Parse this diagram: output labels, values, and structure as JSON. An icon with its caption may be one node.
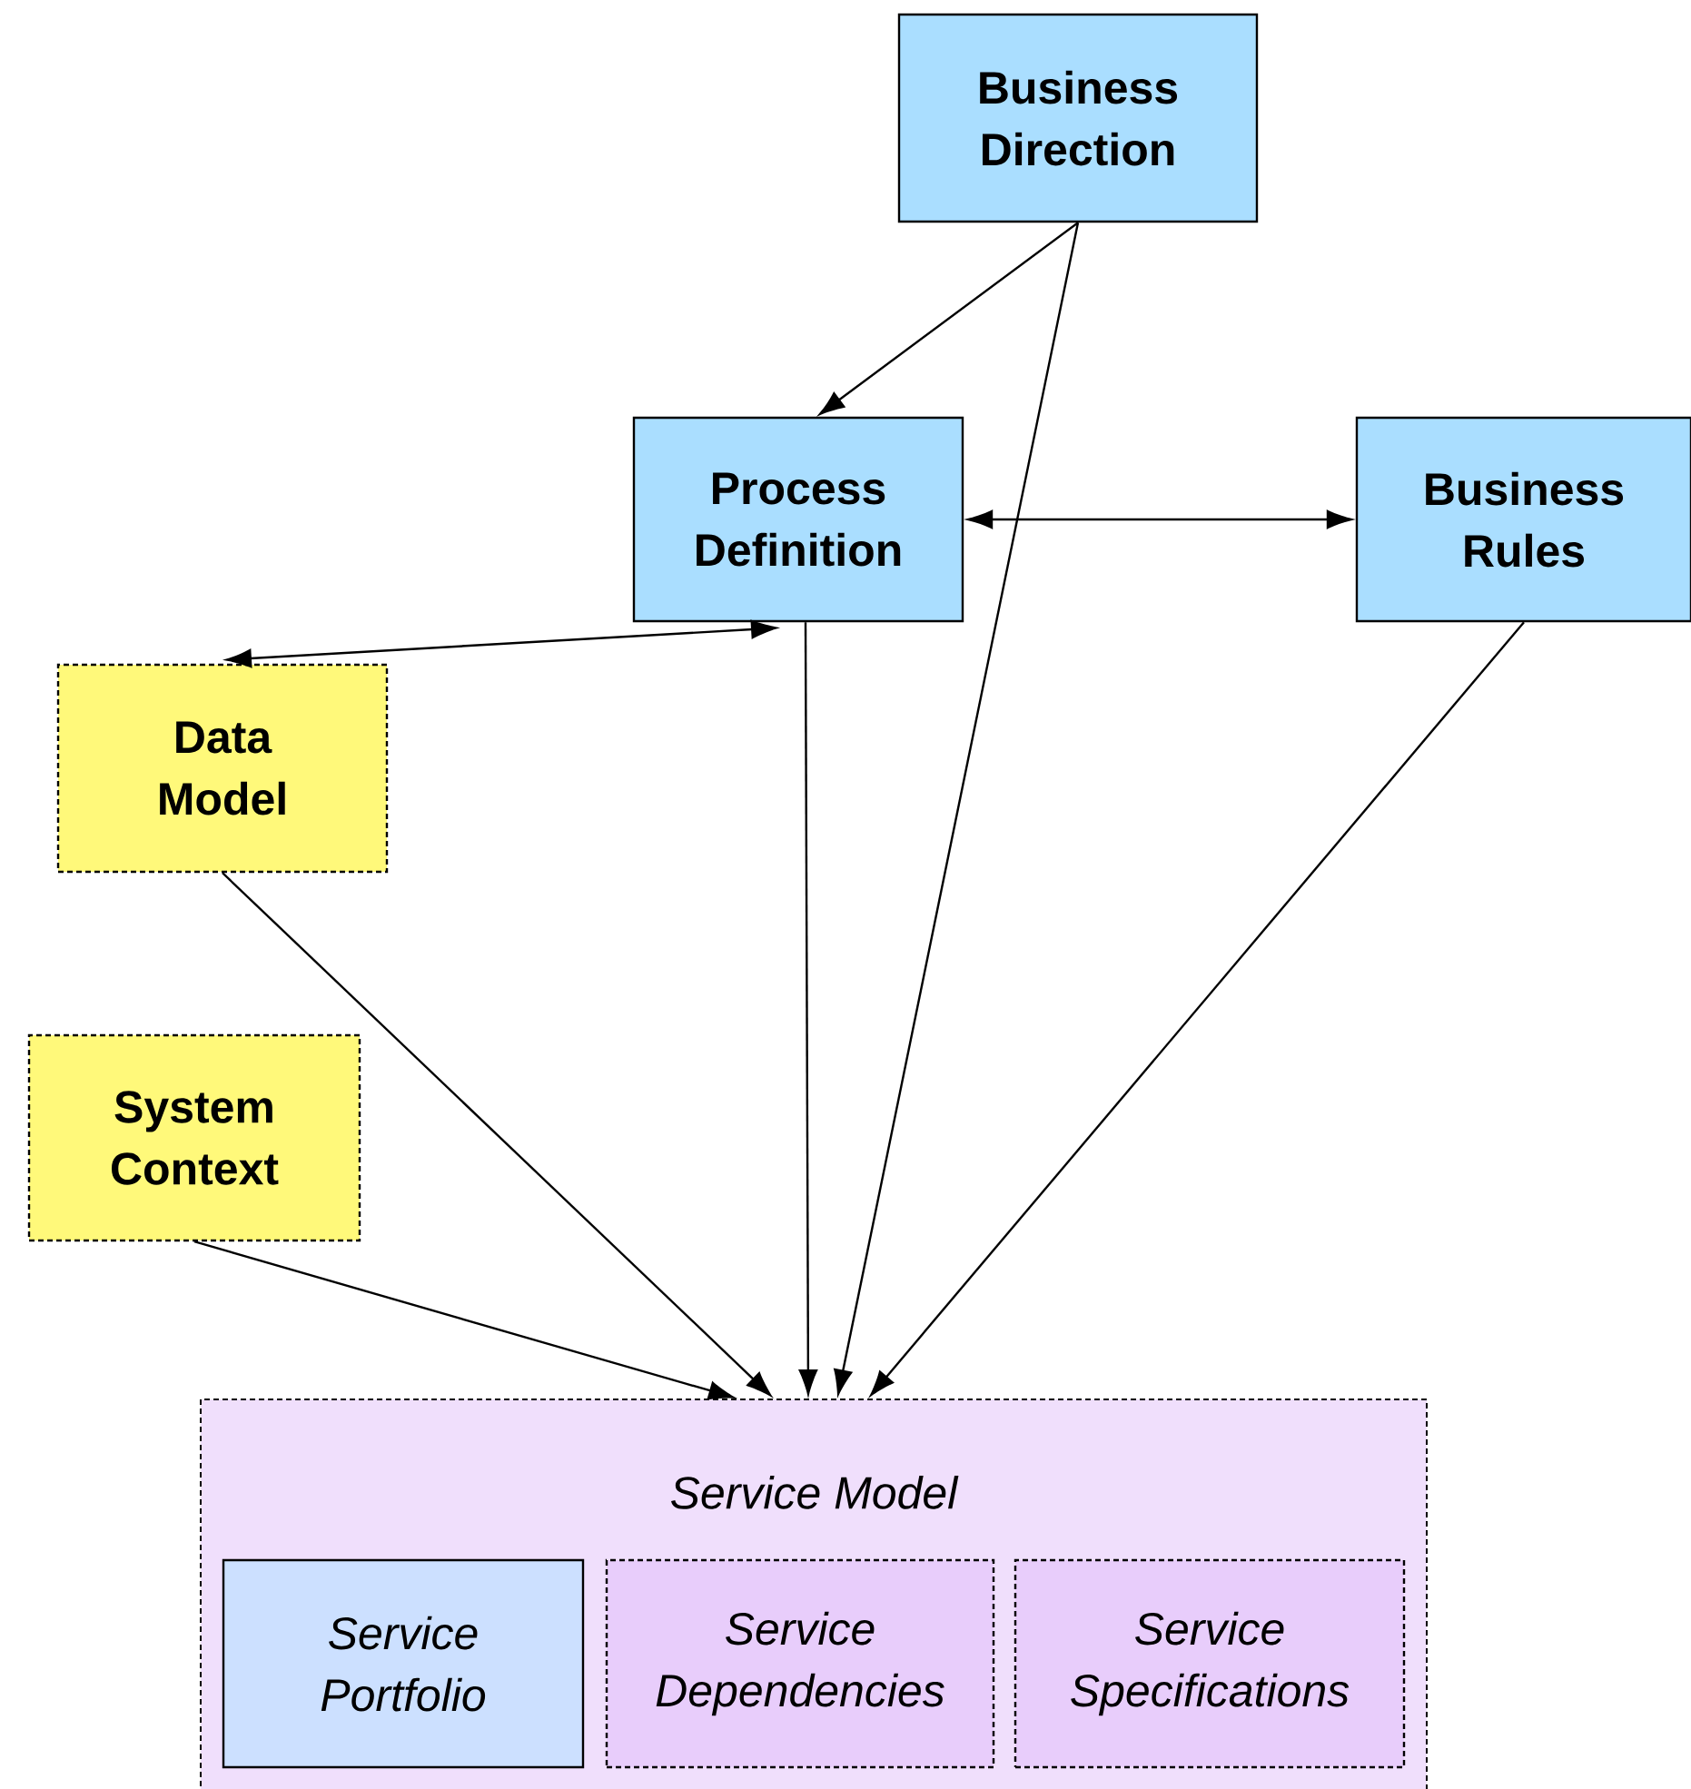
{
  "diagram": {
    "nodes": [
      {
        "text": [
          "Business Direction"
        ]
      },
      {
        "text": [
          "Process Definition"
        ]
      },
      {
        "text": [
          "Business Rules"
        ]
      },
      {
        "text": [
          "Data Model"
        ]
      },
      {
        "text": [
          "System Context"
        ]
      },
      {
        "text": [
          "Service Model"
        ]
      },
      {
        "text": [
          "Service Portfolio"
        ],
        "in": 5
      },
      {
        "text": [
          "Service Dependencies"
        ],
        "in": 5
      },
      {
        "text": [
          "Service Specifications"
        ],
        "in": 5
      }
    ],
    "edges": [
      {
        "from": 0,
        "to": 1,
        "arrow": "to"
      },
      {
        "from": 0,
        "to": 5,
        "arrow": "to"
      },
      {
        "from": 1,
        "to": 2,
        "arrow": "both"
      },
      {
        "from": 1,
        "to": 3,
        "arrow": "both"
      },
      {
        "from": 1,
        "to": 5,
        "arrow": "to"
      },
      {
        "from": 2,
        "to": 5,
        "arrow": "to"
      },
      {
        "from": 3,
        "to": 5,
        "arrow": "to"
      },
      {
        "from": 4,
        "to": 5,
        "arrow": "to"
      }
    ]
  }
}
